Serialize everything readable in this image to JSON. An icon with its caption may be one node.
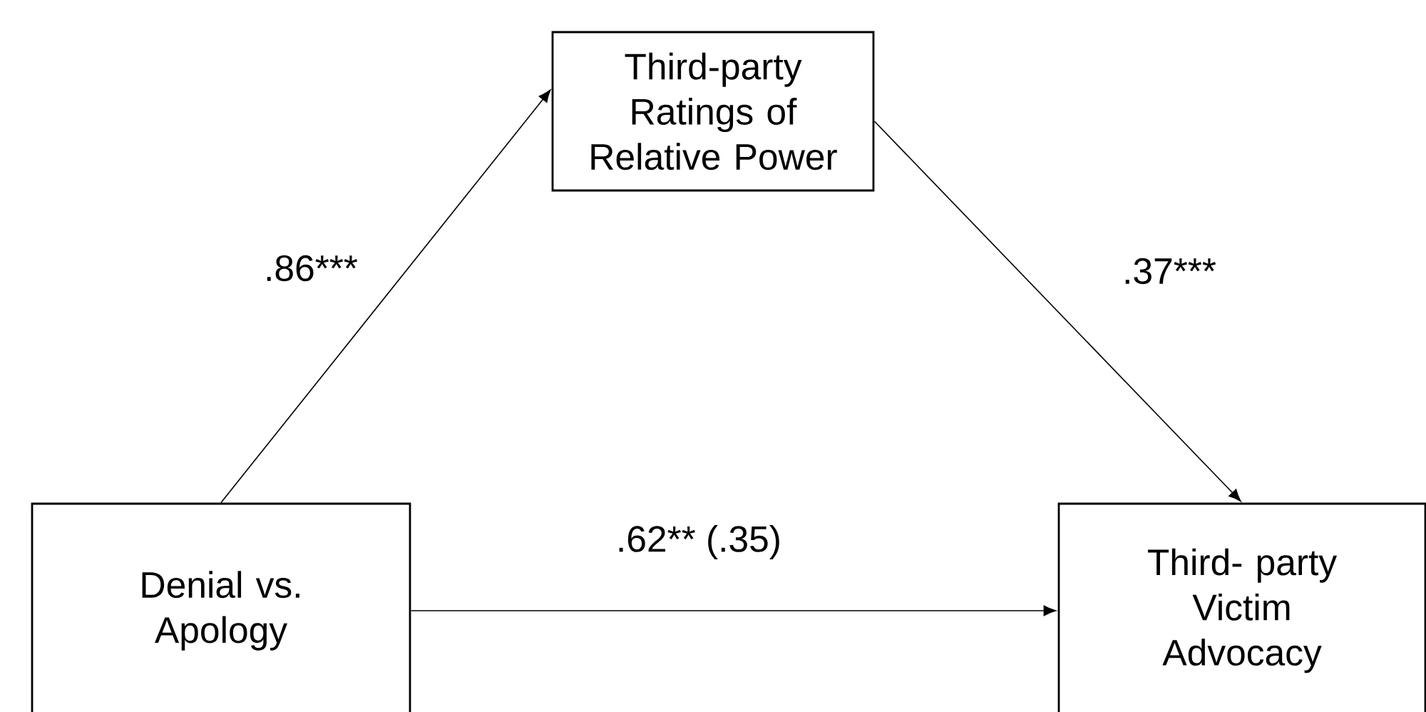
{
  "diagram": {
    "nodes": [
      {
        "text": [
          "Third-party Ratings of Relative Power"
        ]
      },
      {
        "text": [
          "Denial vs. Apology"
        ]
      },
      {
        "text": [
          "Third- party Victim Advocacy"
        ]
      }
    ],
    "edges": [
      {
        "from": 1,
        "to": 0,
        "arrow": "to",
        "label": ".86***"
      },
      {
        "from": 0,
        "to": 2,
        "arrow": "to",
        "label": ".37***"
      },
      {
        "from": 1,
        "to": 2,
        "arrow": "to",
        "label": ".62** (.35)"
      }
    ]
  }
}
